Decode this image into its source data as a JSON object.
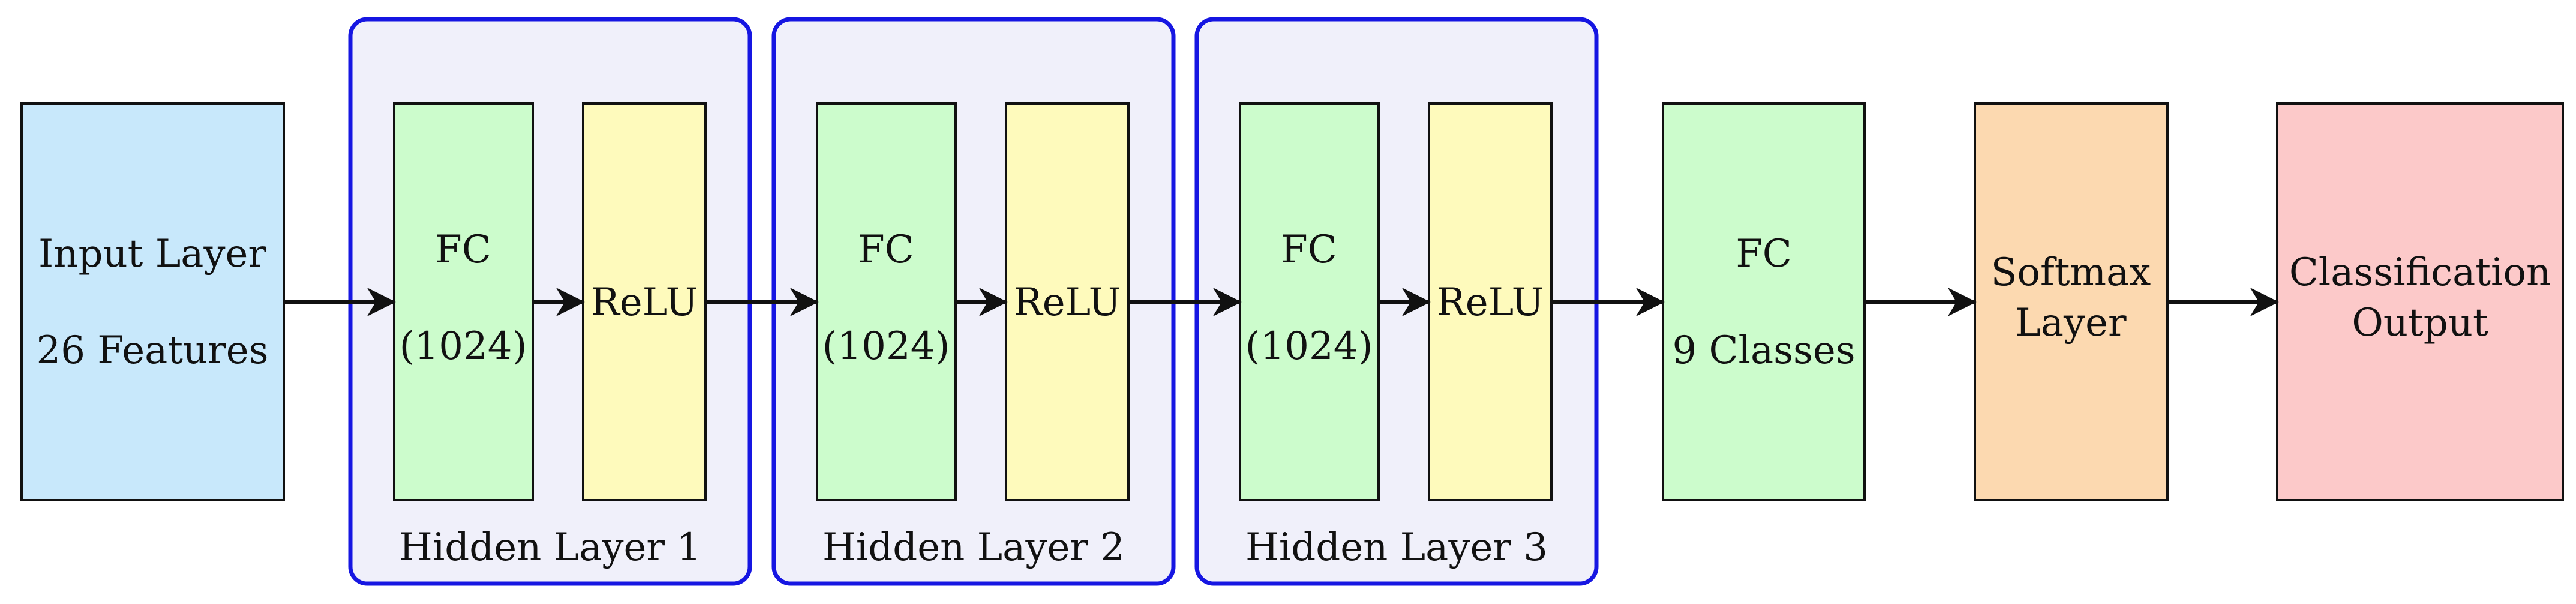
{
  "colors": {
    "input": "#c8e8fb",
    "fc": "#ccfccc",
    "relu": "#fefabc",
    "softmax": "#fcd9b0",
    "output": "#fcc9c9",
    "group_fill": "#f0f0fa",
    "group_border": "#1616e2",
    "stroke": "#111111"
  },
  "input_layer": {
    "line1": "Input Layer",
    "line2": "26 Features"
  },
  "hidden_layers": [
    {
      "caption": "Hidden Layer 1",
      "fc_line1": "FC",
      "fc_line2": "(1024)",
      "relu": "ReLU"
    },
    {
      "caption": "Hidden Layer 2",
      "fc_line1": "FC",
      "fc_line2": "(1024)",
      "relu": "ReLU"
    },
    {
      "caption": "Hidden Layer 3",
      "fc_line1": "FC",
      "fc_line2": "(1024)",
      "relu": "ReLU"
    }
  ],
  "final_fc": {
    "line1": "FC",
    "line2": "9 Classes"
  },
  "softmax": {
    "line1": "Softmax",
    "line2": "Layer"
  },
  "output": {
    "line1": "Classification",
    "line2": "Output"
  }
}
